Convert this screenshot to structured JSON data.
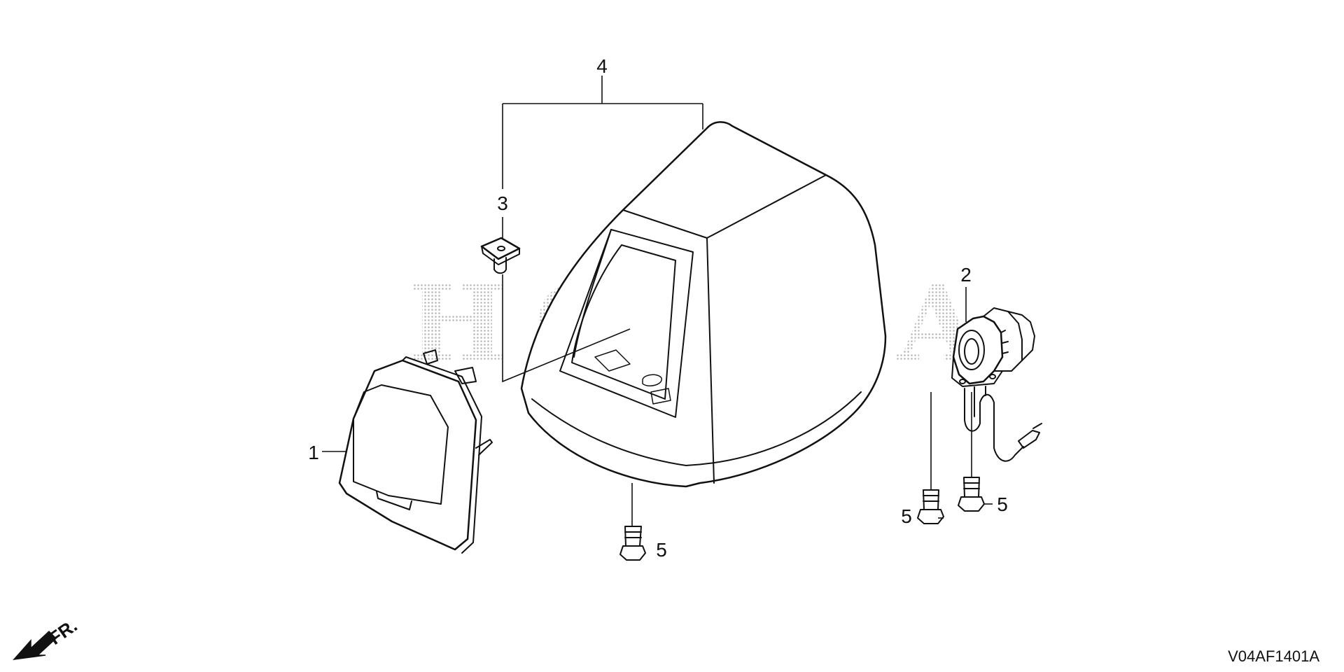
{
  "diagram": {
    "callouts": {
      "c1": "1",
      "c2": "2",
      "c3": "3",
      "c4": "4",
      "c5a": "5",
      "c5b": "5",
      "c5c": "5"
    },
    "watermark": "HONDA",
    "direction_label": "FR.",
    "diagram_code": "V04AF1401A",
    "colors": {
      "line": "#111111",
      "background": "#ffffff",
      "watermark": "#b8b8b8"
    }
  }
}
